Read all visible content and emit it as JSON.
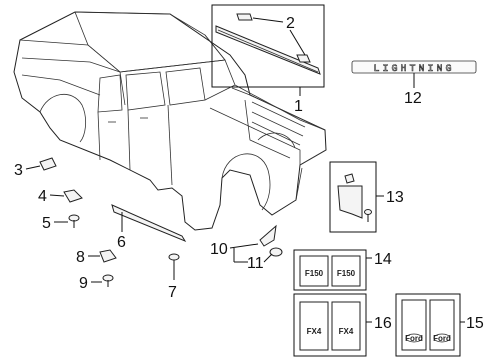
{
  "diagram": {
    "emblem_text": "LIGHTNING",
    "callouts": [
      {
        "num": "1"
      },
      {
        "num": "2"
      },
      {
        "num": "3"
      },
      {
        "num": "4"
      },
      {
        "num": "5"
      },
      {
        "num": "6"
      },
      {
        "num": "7"
      },
      {
        "num": "8"
      },
      {
        "num": "9"
      },
      {
        "num": "10"
      },
      {
        "num": "11"
      },
      {
        "num": "12"
      },
      {
        "num": "13"
      },
      {
        "num": "14"
      },
      {
        "num": "15"
      },
      {
        "num": "16"
      }
    ],
    "flap_marks": {
      "f150": "F150",
      "fx4": "FX4",
      "ford": "Ford"
    }
  }
}
